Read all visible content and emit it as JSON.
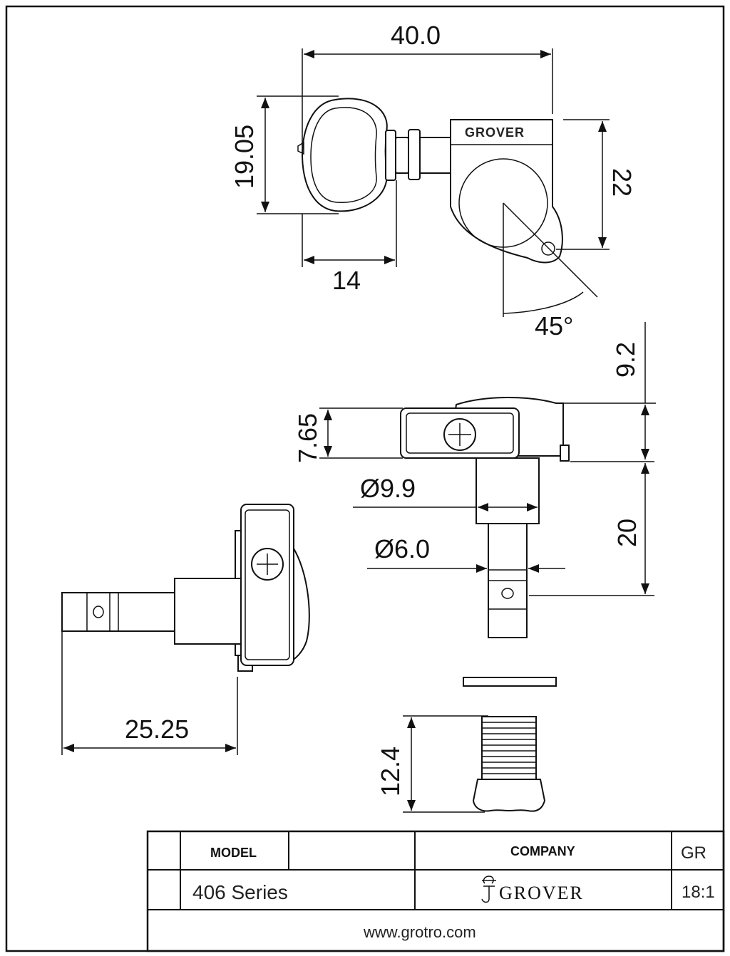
{
  "dimensions": {
    "overall_length": "40.0",
    "button_height": "19.05",
    "button_depth": "14",
    "housing_height": "22",
    "angle": "45°",
    "side_offset": "9.2",
    "housing_depth": "7.65",
    "bushing_diameter": "Ø9.9",
    "post_diameter": "Ø6.0",
    "post_height": "20",
    "post_length": "25.25",
    "bushing_height": "12.4"
  },
  "housing_logo": "GROVER",
  "title_block": {
    "model_label": "MODEL",
    "model_value": "406 Series",
    "company_label": "COMPANY",
    "company_value": "GROVER",
    "code": "GR",
    "scale": "18:1",
    "website": "www.grotro.com"
  }
}
